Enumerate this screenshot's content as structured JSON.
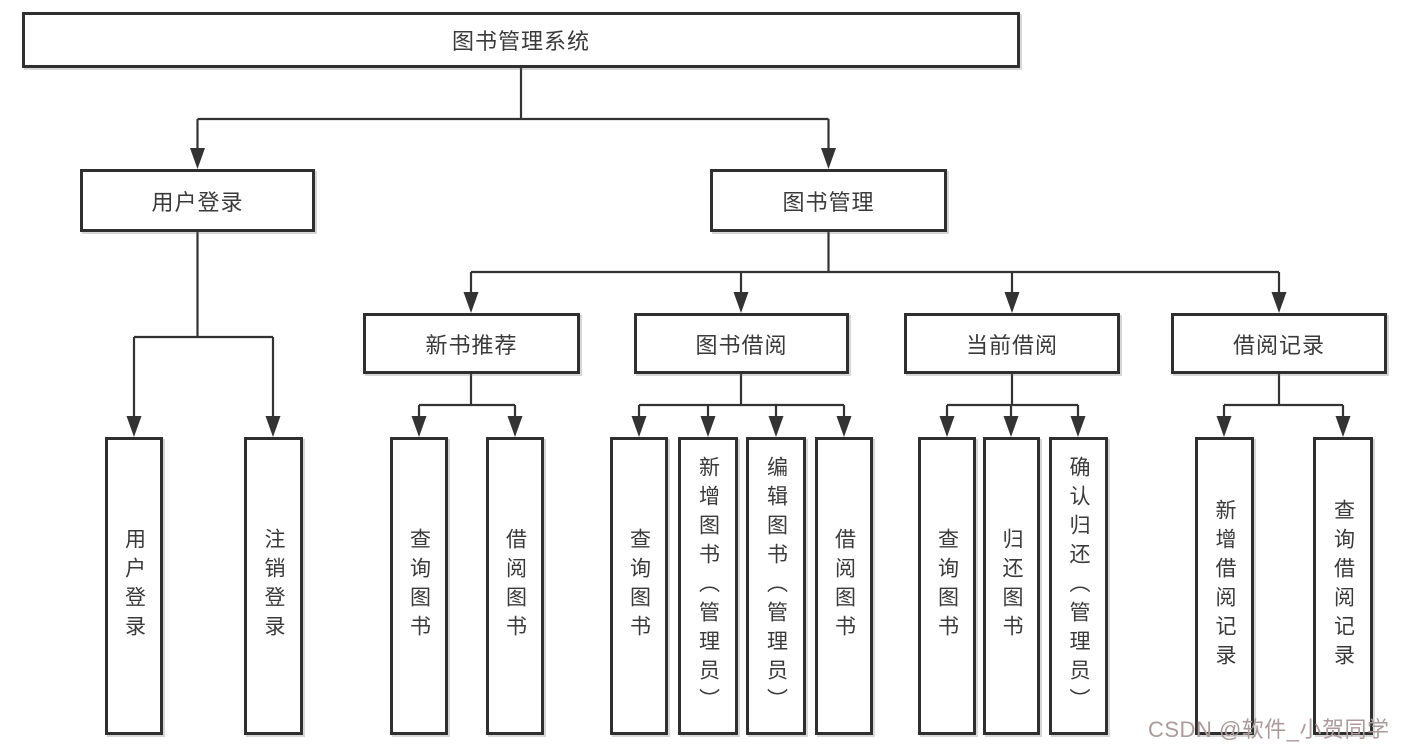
{
  "diagram": {
    "root": {
      "label": "图书管理系统"
    },
    "level2": [
      {
        "id": "user-login",
        "label": "用户登录"
      },
      {
        "id": "book-management",
        "label": "图书管理"
      }
    ],
    "level3": [
      {
        "id": "new-book-recommend",
        "label": "新书推荐"
      },
      {
        "id": "book-borrow",
        "label": "图书借阅"
      },
      {
        "id": "current-borrow",
        "label": "当前借阅"
      },
      {
        "id": "borrow-records",
        "label": "借阅记录"
      }
    ],
    "leaves": [
      {
        "group": "user-login",
        "label": "用户登录"
      },
      {
        "group": "user-login",
        "label": "注销登录"
      },
      {
        "group": "new-book-recommend",
        "label": "查询图书"
      },
      {
        "group": "new-book-recommend",
        "label": "借阅图书"
      },
      {
        "group": "book-borrow",
        "label": "查询图书"
      },
      {
        "group": "book-borrow",
        "label": "新增图书（管理员）"
      },
      {
        "group": "book-borrow",
        "label": "编辑图书（管理员）"
      },
      {
        "group": "book-borrow",
        "label": "借阅图书"
      },
      {
        "group": "current-borrow",
        "label": "查询图书"
      },
      {
        "group": "current-borrow",
        "label": "归还图书"
      },
      {
        "group": "current-borrow",
        "label": "确认归还（管理员）"
      },
      {
        "group": "borrow-records",
        "label": "新增借阅记录"
      },
      {
        "group": "borrow-records",
        "label": "查询借阅记录"
      }
    ]
  },
  "watermark": {
    "text": "CSDN @软件_小贺同学",
    "color": "#ab9b9b"
  },
  "colors": {
    "line": "#333333",
    "border": "#2f2f2f",
    "text": "#3a3a3a",
    "background": "#ffffff"
  }
}
